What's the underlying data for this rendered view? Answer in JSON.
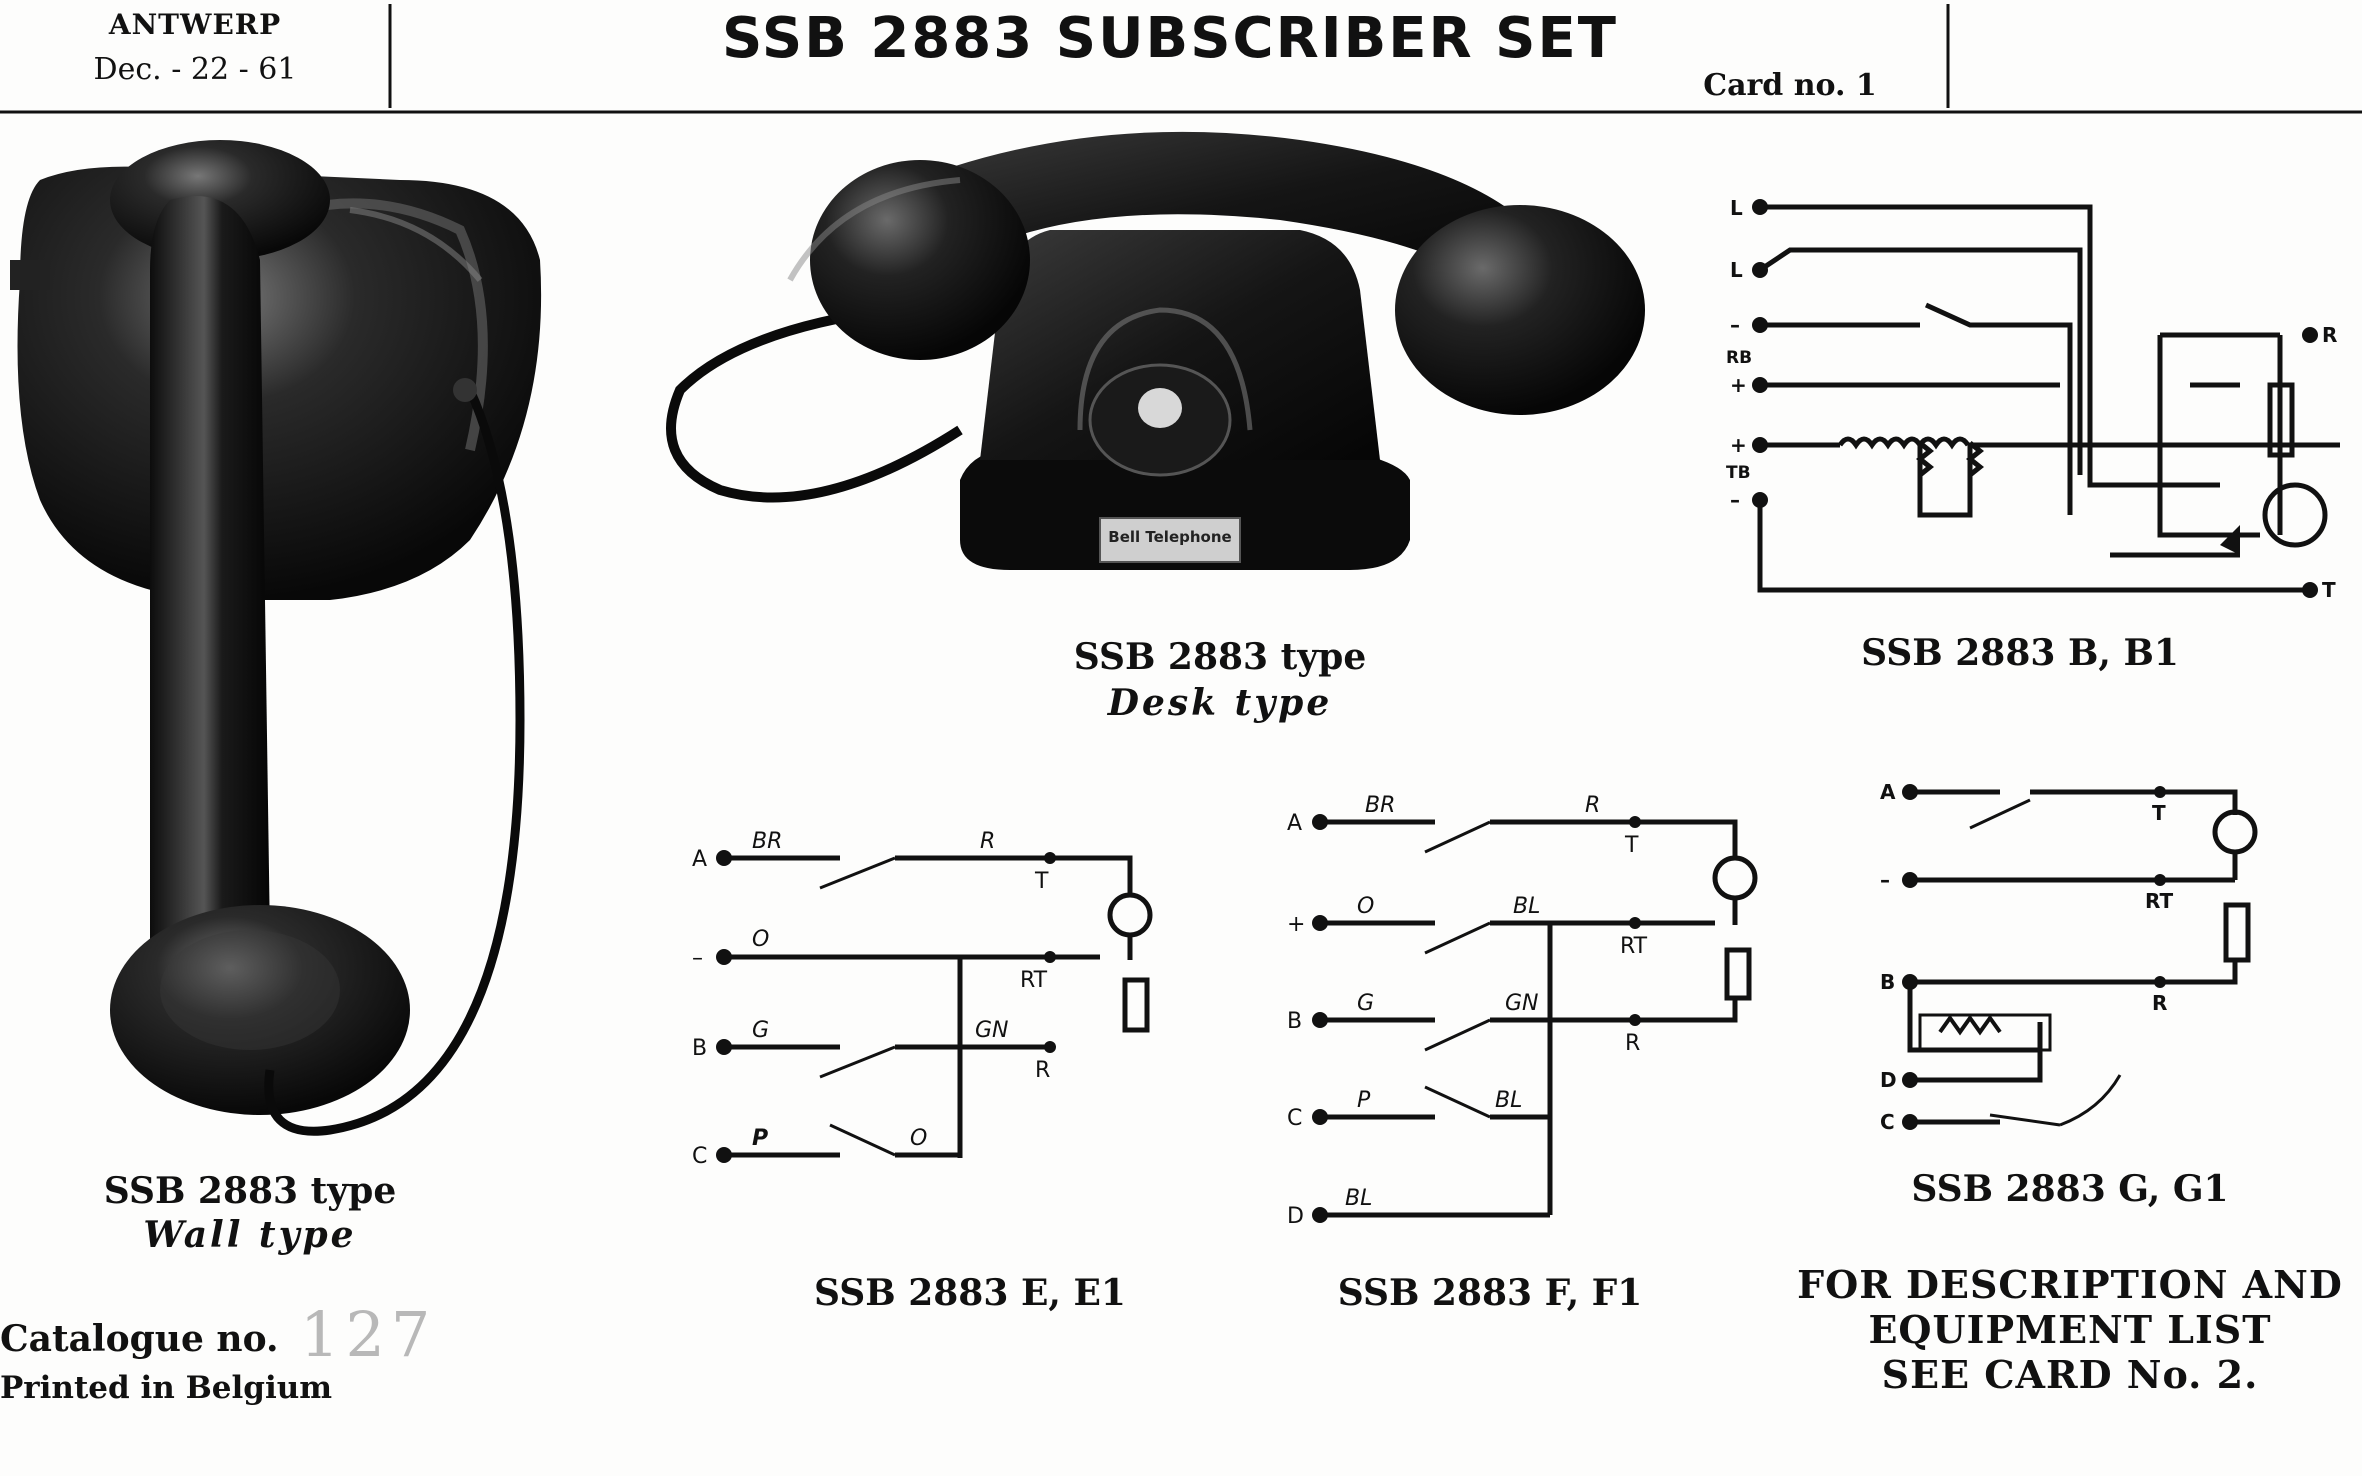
{
  "header": {
    "city": "ANTWERP",
    "date": "Dec. - 22 - 61",
    "title": "SSB 2883 SUBSCRIBER SET",
    "card": "Card no. 1"
  },
  "photos": [
    {
      "caption": "SSB 2883 type",
      "subtitle": "Wall type",
      "nameplate": ""
    },
    {
      "caption": "SSB 2883 type",
      "subtitle": "Desk type",
      "nameplate": "Bell Telephone"
    }
  ],
  "diagrams": {
    "b": {
      "caption": "SSB 2883 B, B1",
      "terminals": [
        "L",
        "L",
        "–",
        "RB",
        "+",
        "+",
        "TB",
        "–",
        "R",
        "T"
      ]
    },
    "e": {
      "caption": "SSB 2883 E, E1",
      "terminals": [
        "A",
        "–",
        "B",
        "C"
      ],
      "wires": [
        "BR",
        "R",
        "T",
        "O",
        "RT",
        "G",
        "GN",
        "R",
        "P",
        "O"
      ]
    },
    "f": {
      "caption": "SSB 2883 F, F1",
      "terminals": [
        "A",
        "+",
        "B",
        "C",
        "D"
      ],
      "wires": [
        "BR",
        "R",
        "T",
        "O",
        "BL",
        "RT",
        "G",
        "GN",
        "R",
        "P",
        "BL",
        "BL"
      ]
    },
    "g": {
      "caption": "SSB 2883 G, G1",
      "terminals": [
        "A",
        "–",
        "B",
        "D",
        "C"
      ],
      "wires": [
        "T",
        "RT",
        "R"
      ]
    }
  },
  "footer": {
    "catalogue_label": "Catalogue no.",
    "catalogue_number": "127",
    "printed": "Printed in Belgium",
    "note_lines": [
      "FOR DESCRIPTION AND",
      "EQUIPMENT LIST",
      "SEE CARD No. 2."
    ]
  }
}
